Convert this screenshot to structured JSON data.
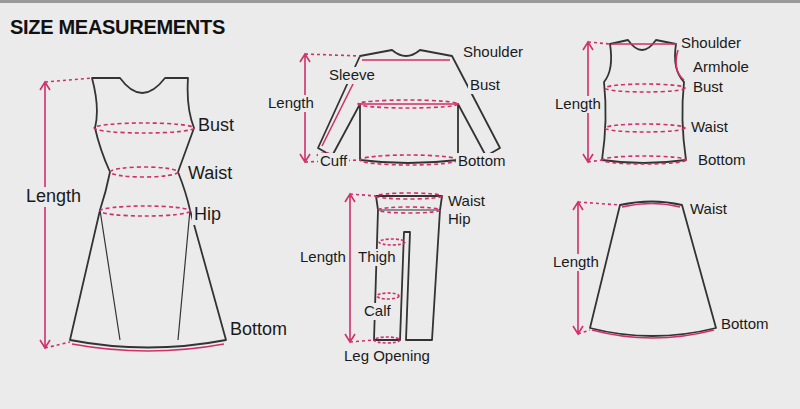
{
  "diagram": {
    "title": "SIZE MEASUREMENTS",
    "labels": [
      "Bust",
      "Waist",
      "Hip",
      "Length",
      "Bottom",
      "Shoulder",
      "Sleeve",
      "Bust",
      "Length",
      "Cuff",
      "Bottom",
      "Shoulder",
      "Armhole",
      "Bust",
      "Length",
      "Waist",
      "Bottom",
      "Waist",
      "Hip",
      "Length",
      "Thigh",
      "Calf",
      "Leg Opening",
      "Waist",
      "Length",
      "Bottom"
    ]
  }
}
